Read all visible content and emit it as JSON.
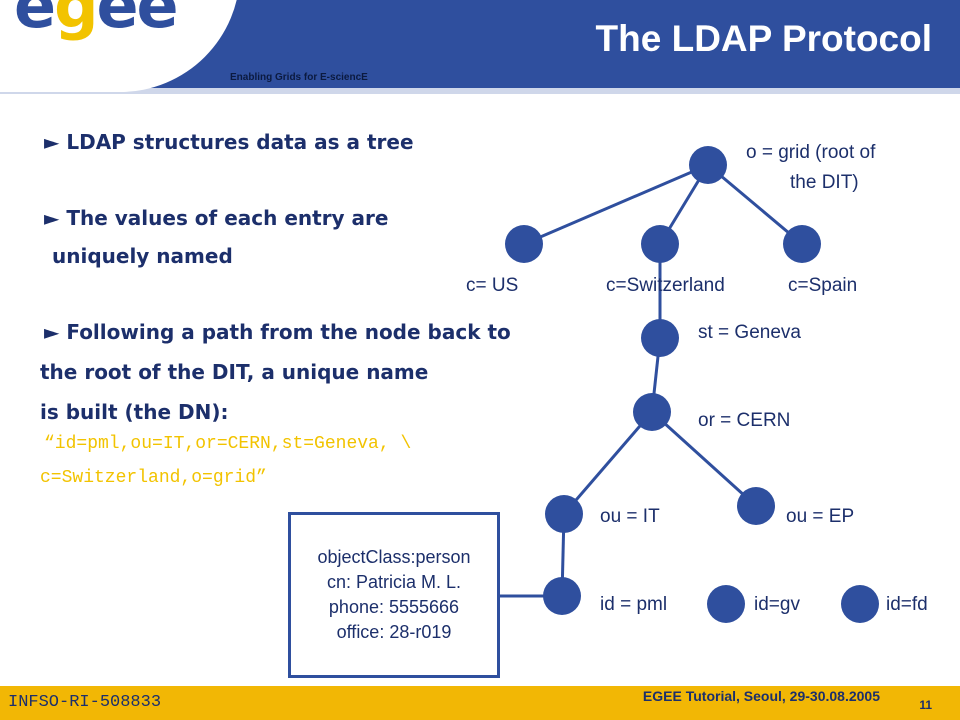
{
  "header": {
    "logo_parts": [
      "e",
      "g",
      "e",
      "e"
    ],
    "tagline": "Enabling Grids for E-sciencE",
    "title": "The LDAP Protocol",
    "colors": {
      "header_bg": "#2f4f9e",
      "logo_accent": "#f2c300"
    }
  },
  "content": {
    "bullet1": "► LDAP structures data as a tree",
    "bullet2_line1": "► The values of each entry are",
    "bullet2_line2": "uniquely named",
    "bullet3_line1": "► Following a path from the node back to",
    "bullet3_line2": "the root of the DIT, a unique name",
    "bullet3_line3": "is built (the DN):",
    "dn_line1": "“id=pml,ou=IT,or=CERN,st=Geneva, \\",
    "dn_line2": "c=Switzerland,o=grid”"
  },
  "tree": {
    "root_line1": "o = grid (root of",
    "root_line2": "the DIT)",
    "c_us": "c= US",
    "c_switzerland": "c=Switzerland",
    "c_spain": "c=Spain",
    "st": "st = Geneva",
    "or": "or = CERN",
    "ou_it": "ou = IT",
    "ou_ep": "ou = EP",
    "id_pml": "id = pml",
    "id_gv": "id=gv",
    "id_fd": "id=fd",
    "node_color": "#2f4f9e"
  },
  "entry": {
    "object_class": "objectClass:person",
    "cn": "cn: Patricia M. L.",
    "phone": "phone: 5555666",
    "office": "office: 28-r019"
  },
  "footer": {
    "id": "INFSO-RI-508833",
    "event": "EGEE Tutorial, Seoul, 29-30.08.2005",
    "page": "11",
    "bg": "#f2b705"
  }
}
